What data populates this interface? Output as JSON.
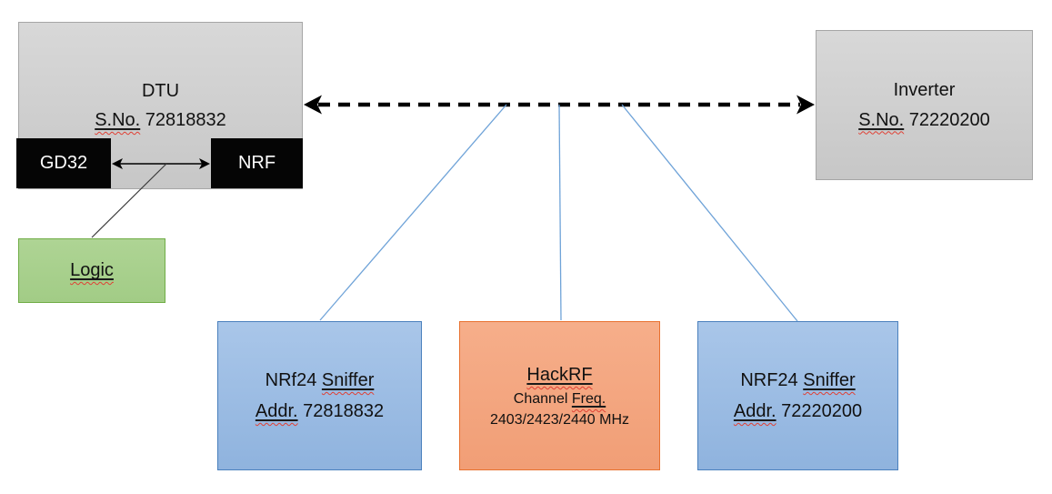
{
  "dtu": {
    "title": "DTU",
    "serial_label": "S.No.",
    "serial_number": "72818832",
    "gd32_label": "GD32",
    "nrf_label": "NRF"
  },
  "logic": {
    "label": "Logic"
  },
  "inverter": {
    "title": "Inverter",
    "serial_label": "S.No.",
    "serial_number": "72220200"
  },
  "sniffer_left": {
    "name": "NRf24",
    "sniffer_word": "Sniffer",
    "addr_label": "Addr.",
    "addr_number": "72818832"
  },
  "hackrf": {
    "title": "HackRF",
    "channel_word": "Channel",
    "freq_word": "Freq.",
    "frequencies": "2403/2423/2440 MHz"
  },
  "sniffer_right": {
    "name": "NRF24",
    "sniffer_word": "Sniffer",
    "addr_label": "Addr.",
    "addr_number": "72220200"
  },
  "colors": {
    "gray_box_fill": "#d0d0d0",
    "gray_box_border": "#a6a6a6",
    "chip_fill": "#050505",
    "chip_text": "#ffffff",
    "green_fill": "#a9d18e",
    "green_border": "#70ad47",
    "blue_fill": "#9fc0e7",
    "blue_border": "#4a80bd",
    "orange_fill": "#f5a982",
    "orange_border": "#e8712f",
    "connector_blue": "#6fa3d8",
    "link_arrow_black": "#000000",
    "spellcheck_red": "#e04034"
  }
}
